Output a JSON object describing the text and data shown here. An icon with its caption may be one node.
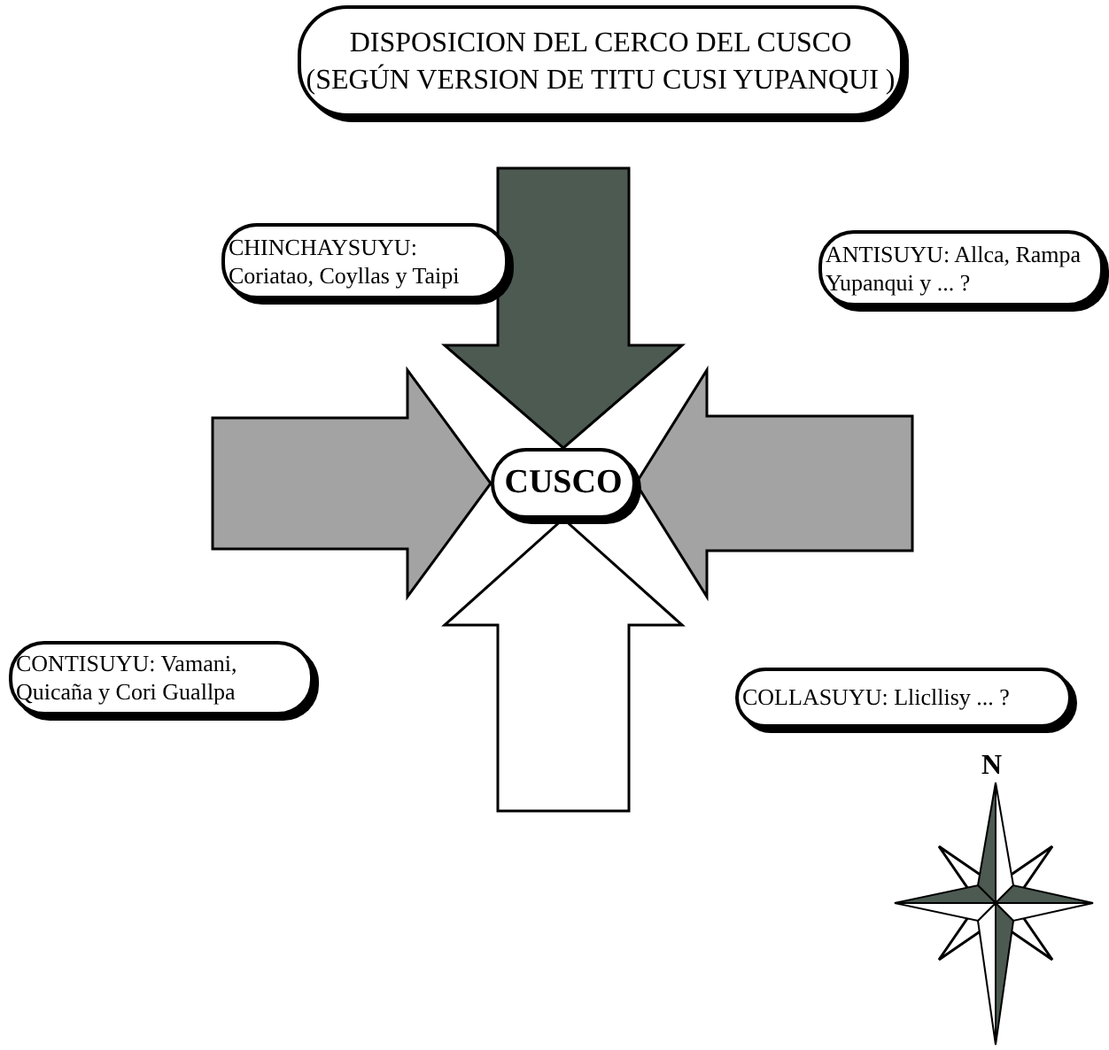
{
  "diagram": {
    "nodes": [
      {
        "text": [
          "DISPOSICION DEL CERCO DEL CUSCO",
          "(SEGÚN VERSION DE TITU CUSI YUPANQUI )"
        ]
      },
      {
        "text": [
          "CHINCHAYSUYU: Coriatao, Coyllas y Taipi"
        ]
      },
      {
        "text": [
          "ANTISUYU: Allca, Rampa Yupanqui y ... ?"
        ]
      },
      {
        "text": [
          "CUSCO"
        ]
      },
      {
        "text": [
          "CONTISUYU: Vamani, Quicaña  y Cori Guallpa"
        ]
      },
      {
        "text": [
          "COLLASUYU:  Llicllisy ... ?"
        ]
      }
    ],
    "edges": [
      {
        "from": null,
        "to": 3,
        "arrow": "to",
        "style": "thick",
        "color": "#4c5a52"
      },
      {
        "from": null,
        "to": 3,
        "arrow": "to",
        "style": "thick"
      },
      {
        "from": null,
        "to": 3,
        "arrow": "to",
        "style": "thick"
      },
      {
        "from": null,
        "to": 3,
        "arrow": "to",
        "style": "thick",
        "color": "#ffffff"
      }
    ],
    "labels": [
      "N"
    ]
  }
}
